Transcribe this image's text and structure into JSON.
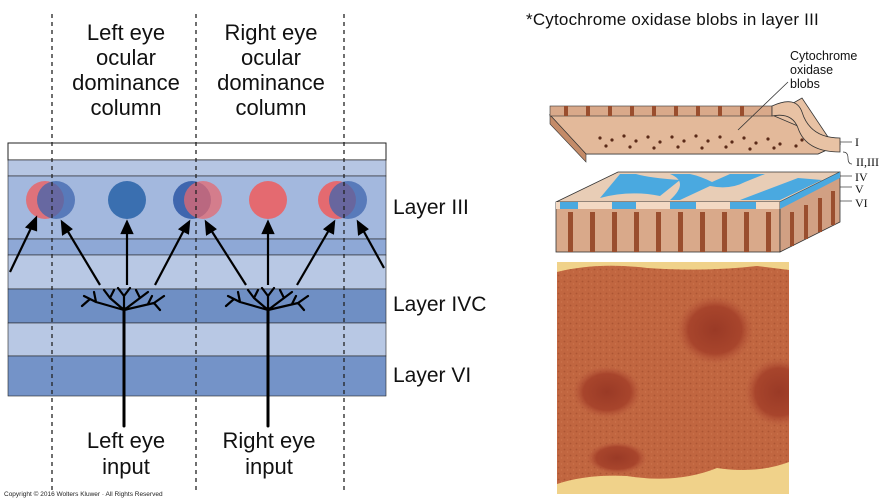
{
  "heading": "*Cytochrome oxidase blobs in layer III",
  "diagram": {
    "left_column_title": [
      "Left eye",
      "ocular",
      "dominance",
      "column"
    ],
    "right_column_title": [
      "Right eye",
      "ocular",
      "dominance",
      "column"
    ],
    "layer_labels": {
      "layer3": "Layer III",
      "layer4c": "Layer IVC",
      "layer6": "Layer VI"
    },
    "inputs": {
      "left": [
        "Left eye",
        "input"
      ],
      "right": [
        "Right eye",
        "input"
      ]
    },
    "copyright": "Copyright © 2016 Wolters Kluwer · All Rights Reserved"
  },
  "block_diagram": {
    "callout": [
      "Cytochrome",
      "oxidase",
      "blobs"
    ],
    "layers": [
      "I",
      "II,III",
      "IV",
      "V",
      "VI"
    ]
  },
  "colors": {
    "left_eye_blob": "#e46a70",
    "right_eye_blob": "#3a6fb0",
    "mixed_blob": "#6a4fa0",
    "layer_light": "#b8c8e4",
    "layer_mid": "#a2b8de",
    "layer_dark": "#6f8fc4",
    "cortex_tan": "#d9a98a",
    "blob_band_blue": "#4aa9e0"
  }
}
